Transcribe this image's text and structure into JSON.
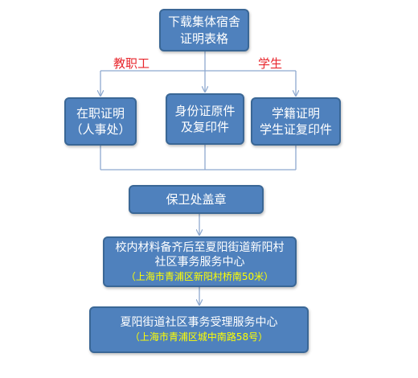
{
  "colors": {
    "box_fill": "#4f81bd",
    "box_border": "#3a6796",
    "label_red": "#e8262c",
    "address_yellow": "#ffff00",
    "connector": "#8ea9cf"
  },
  "diagram": {
    "start": {
      "line1": "下载集体宿舍",
      "line2": "证明表格"
    },
    "branch_labels": {
      "left": "教职工",
      "right": "学生"
    },
    "boxes": {
      "left": {
        "line1": "在职证明",
        "line2": "（人事处）"
      },
      "middle": {
        "line1": "身份证原件",
        "line2": "及复印件"
      },
      "right": {
        "line1": "学籍证明",
        "line2": "学生证复印件"
      },
      "stamp": {
        "line1": "保卫处盖章"
      },
      "community": {
        "line1": "校内材料备齐后至夏阳街道新阳村",
        "line2": "社区事务服务中心",
        "address": "（上海市青浦区新阳村桥南50米）"
      },
      "final": {
        "line1": "夏阳街道社区事务受理服务中心",
        "address": "（上海市青浦区城中南路58号）"
      }
    }
  }
}
